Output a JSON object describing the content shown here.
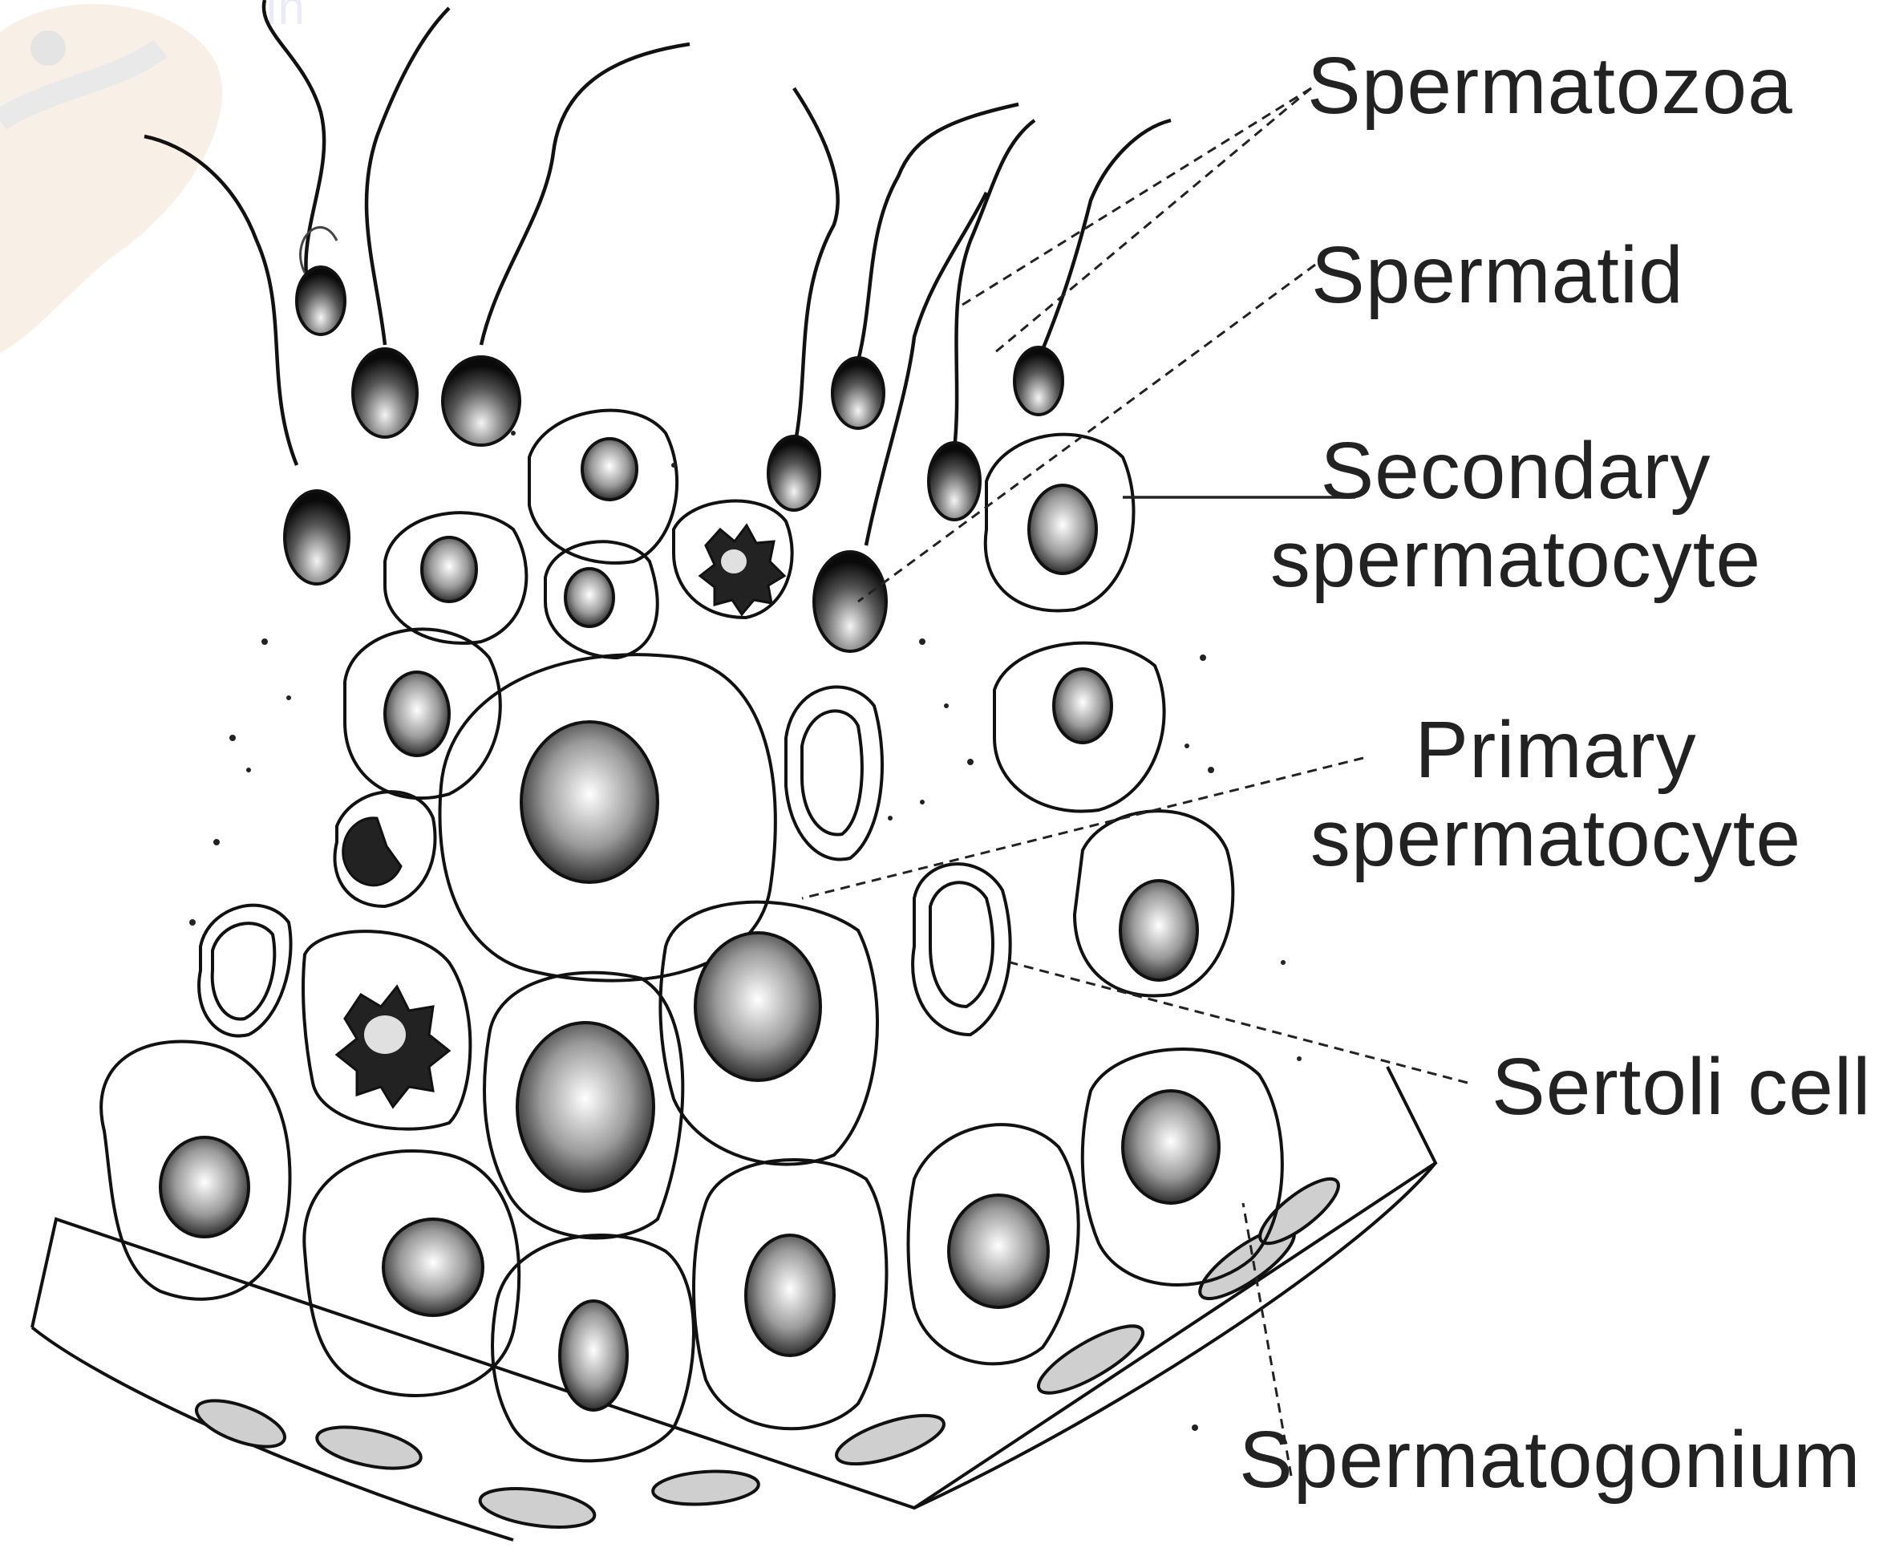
{
  "labels": {
    "spermatozoa": "Spermatozoa",
    "spermatid": "Spermatid",
    "secondary_line1": "Secondary",
    "secondary_line2": "spermatocyte",
    "primary_line1": "Primary",
    "primary_line2": "spermatocyte",
    "sertoli": "Sertoli cell",
    "spermatogonium": "Spermatogonium"
  },
  "colors": {
    "ink": "#111111",
    "label": "#222222",
    "watermark": "#dcdcf2"
  }
}
